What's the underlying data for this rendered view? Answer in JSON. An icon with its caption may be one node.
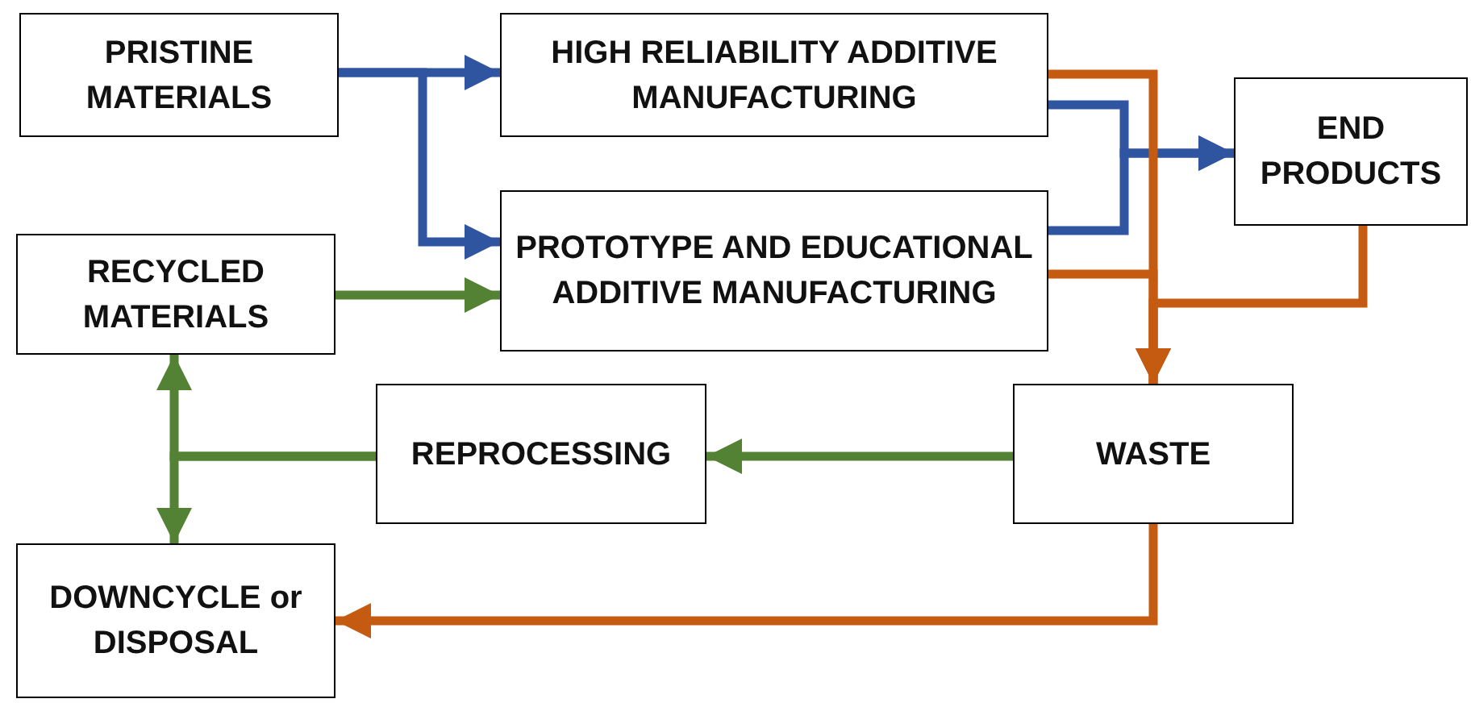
{
  "diagram": {
    "nodes": [
      {
        "text": [
          "PRISTINE MATERIALS"
        ]
      },
      {
        "text": [
          "HIGH RELIABILITY ADDITIVE MANUFACTURING"
        ]
      },
      {
        "text": [
          "END PRODUCTS"
        ]
      },
      {
        "text": [
          "RECYCLED MATERIALS"
        ]
      },
      {
        "text": [
          "PROTOTYPE AND EDUCATIONAL ADDITIVE MANUFACTURING"
        ]
      },
      {
        "text": [
          "REPROCESSING"
        ]
      },
      {
        "text": [
          "WASTE"
        ]
      },
      {
        "text": [
          "DOWNCYCLE or DISPOSAL"
        ]
      }
    ],
    "edges": [
      {
        "from": 0,
        "to": 1,
        "arrow": "to",
        "color": "#2f55a0"
      },
      {
        "from": 0,
        "to": 4,
        "arrow": "to",
        "color": "#2f55a0"
      },
      {
        "from": 1,
        "to": 2,
        "arrow": "to",
        "color": "#2f55a0"
      },
      {
        "from": 4,
        "to": 2,
        "arrow": "to",
        "color": "#2f55a0"
      },
      {
        "from": 3,
        "to": 4,
        "arrow": "to",
        "color": "#548235"
      },
      {
        "from": 6,
        "to": 5,
        "arrow": "to",
        "color": "#548235"
      },
      {
        "from": 5,
        "to": 3,
        "arrow": "to",
        "color": "#548235"
      },
      {
        "from": 5,
        "to": 7,
        "arrow": "to",
        "color": "#548235"
      },
      {
        "from": 1,
        "to": 6,
        "arrow": "to",
        "color": "#c55a11"
      },
      {
        "from": 4,
        "to": 6,
        "arrow": "to",
        "color": "#c55a11"
      },
      {
        "from": 2,
        "to": 6,
        "arrow": "to",
        "color": "#c55a11"
      },
      {
        "from": 6,
        "to": 7,
        "arrow": "to",
        "color": "#c55a11"
      }
    ]
  }
}
